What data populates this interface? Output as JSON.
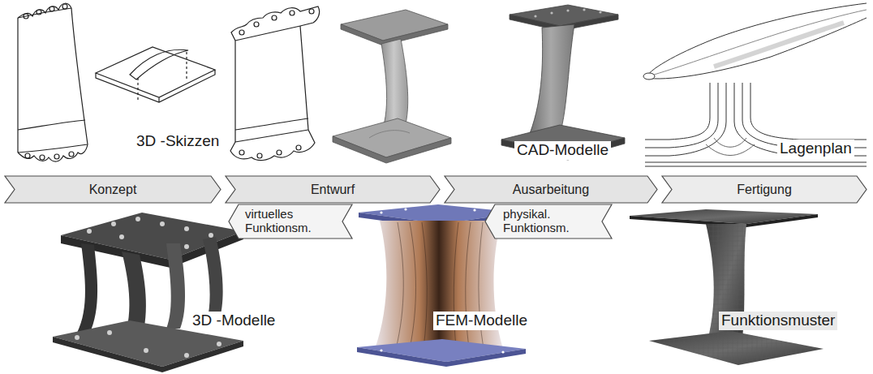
{
  "diagram": {
    "nodes": [
      {
        "text": [
          "Konzept"
        ]
      },
      {
        "text": [
          "Entwurf"
        ]
      },
      {
        "text": [
          "Ausarbeitung"
        ]
      },
      {
        "text": [
          "Fertigung"
        ]
      },
      {
        "text": [
          "virtuelles Funktionsm."
        ]
      },
      {
        "text": [
          "physikal. Funktionsm."
        ]
      }
    ],
    "labels": [
      "3D -Skizzen",
      "CAD-Modelle",
      "Lagenplan",
      "3D -Modelle",
      "FEM-Modelle",
      "Funktionsmuster"
    ]
  }
}
